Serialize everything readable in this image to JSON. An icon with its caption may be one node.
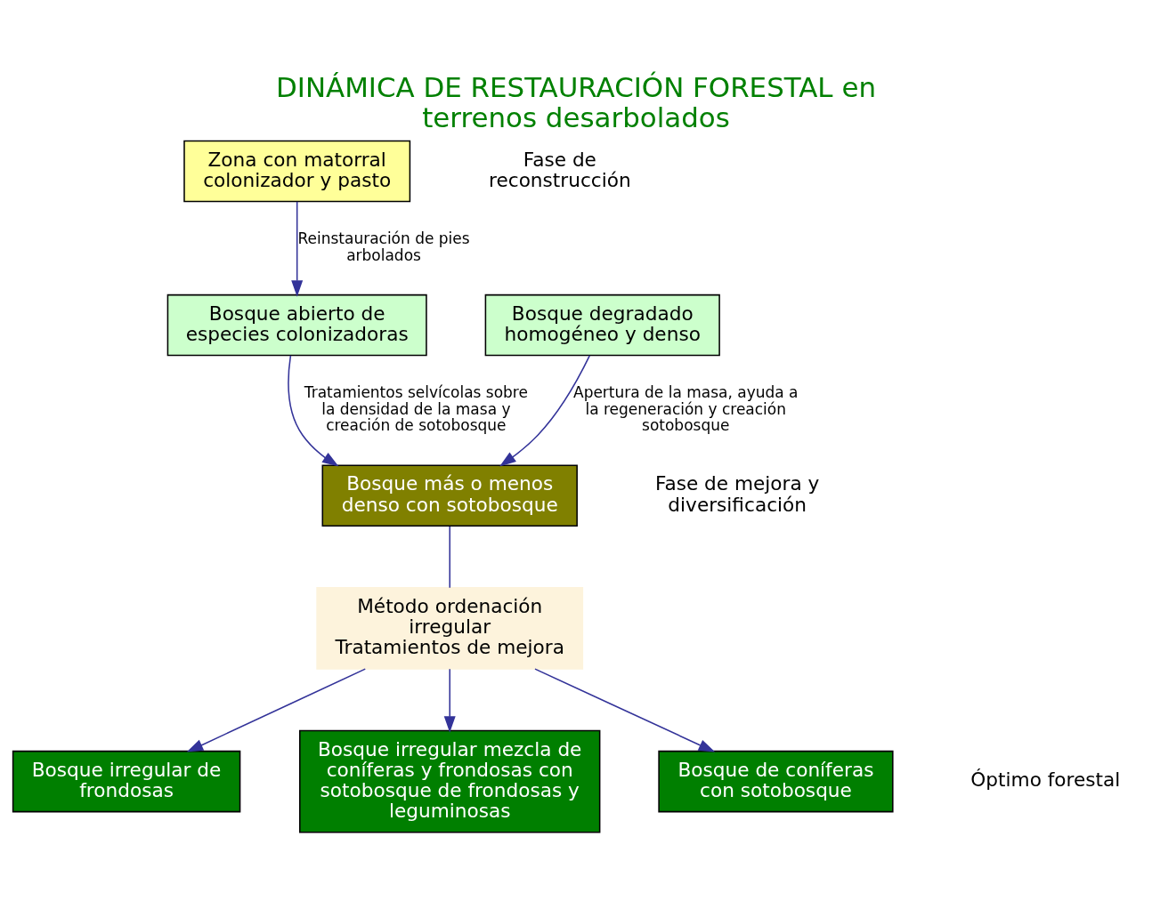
{
  "diagram": {
    "title": "DINÁMICA DE RESTAURACIÓN FORESTAL en terrenos desarbolados",
    "nodes": [
      {
        "text": [
          "Zona con matorral colonizador y pasto"
        ]
      },
      {
        "text": [
          "Bosque abierto de especies colonizadoras"
        ]
      },
      {
        "text": [
          "Bosque degradado homogéneo y denso"
        ]
      },
      {
        "text": [
          "Bosque más o menos denso con sotobosque"
        ]
      },
      {
        "text": [
          "Método ordenación irregular",
          "Tratamientos de mejora"
        ]
      },
      {
        "text": [
          "Bosque irregular de frondosas"
        ]
      },
      {
        "text": [
          "Bosque irregular mezcla de coníferas y frondosas con sotobosque de frondosas y leguminosas"
        ]
      },
      {
        "text": [
          "Bosque de coníferas con sotobosque"
        ]
      }
    ],
    "edges": [
      {
        "from": 0,
        "to": 1,
        "arrow": "to",
        "label": "Reinstauración de pies arbolados"
      },
      {
        "from": 1,
        "to": 3,
        "arrow": "to",
        "label": "Tratamientos selvícolas sobre la densidad de la masa y creación de sotobosque"
      },
      {
        "from": 2,
        "to": 3,
        "arrow": "to",
        "label": "Apertura de la masa, ayuda a la regeneración y creación sotobosque"
      },
      {
        "from": 3,
        "to": 4,
        "arrow": "none"
      },
      {
        "from": 4,
        "to": 5,
        "arrow": "to"
      },
      {
        "from": 4,
        "to": 6,
        "arrow": "to"
      },
      {
        "from": 4,
        "to": 7,
        "arrow": "to"
      }
    ],
    "labels": [
      "Fase de reconstrucción",
      "Fase de mejora y diversificación",
      "Óptimo forestal"
    ]
  }
}
